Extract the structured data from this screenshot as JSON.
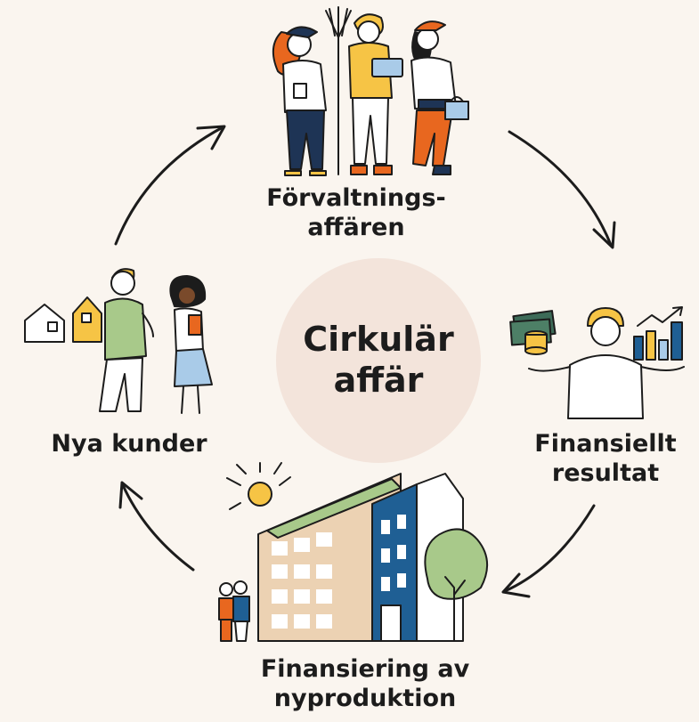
{
  "center": {
    "line1": "Cirkulär",
    "line2": "affär",
    "fill": "#f3e4db"
  },
  "stages": {
    "top": {
      "line1": "Förvaltnings-",
      "line2": "affären"
    },
    "right": {
      "line1": "Finansiellt",
      "line2": "resultat"
    },
    "bottom": {
      "line1": "Finansiering av",
      "line2": "nyproduktion"
    },
    "left": {
      "line1": "Nya kunder"
    }
  },
  "colors": {
    "background": "#faf5ef",
    "orange": "#e8671f",
    "yellow": "#f6c445",
    "navy": "#1e3455",
    "blue": "#1f5f94",
    "green": "#a8c98a",
    "light_blue": "#a9cbe8",
    "beige": "#ecd2b3",
    "ink": "#1c1c1c"
  },
  "icons": {
    "top": "property-management-team-illustration",
    "right": "finance-person-with-money-and-chart-illustration",
    "bottom": "new-buildings-with-solar-panels-illustration",
    "left": "handshake-with-houses-illustration",
    "cycle": "clockwise-cycle-arrows"
  }
}
